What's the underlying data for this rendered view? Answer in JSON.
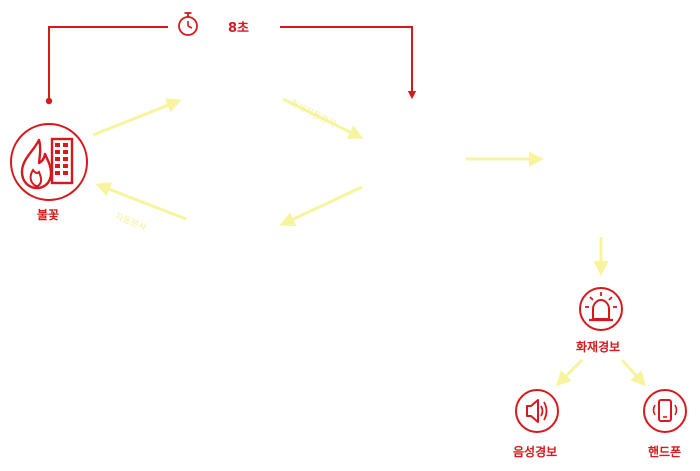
{
  "colors": {
    "accent": "#d5191d",
    "faint_arrow": "#f7f49d",
    "background": "#ffffff"
  },
  "timer": {
    "icon": "stopwatch-icon",
    "label": "8초"
  },
  "nodes": {
    "fire": {
      "icon": "fire-building-icon",
      "label": "불꽃"
    },
    "fire_alarm": {
      "icon": "siren-icon",
      "label": "화재경보"
    },
    "voice_alarm": {
      "icon": "speaker-icon",
      "label": "음성경보"
    },
    "phone": {
      "icon": "smartphone-icon",
      "label": "핸드폰"
    }
  },
  "faint_labels": {
    "flow_top": "화재자동감지",
    "flow_bottom": "자동분사"
  }
}
